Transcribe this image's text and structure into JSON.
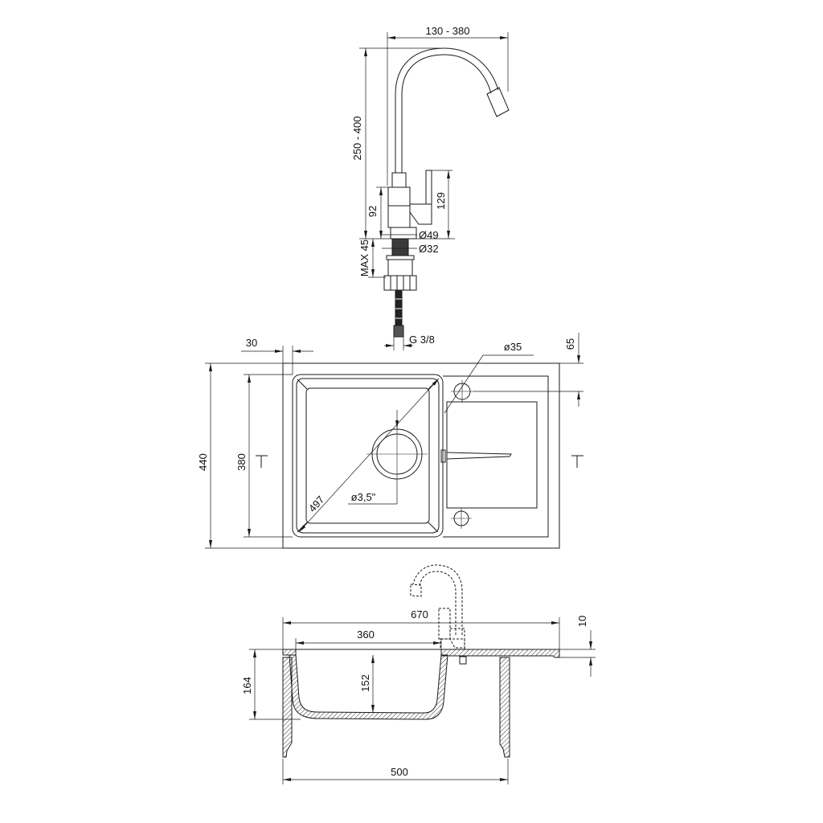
{
  "colors": {
    "line": "#1a1a1a",
    "background": "#ffffff"
  },
  "faucet": {
    "reach": "130 - 380",
    "height": "250 - 400",
    "body_height": "92",
    "lever_height": "129",
    "base_diameter": "Ø49",
    "shank_diameter": "Ø32",
    "max_counter_thickness": "MAX 45",
    "hose_thread": "G 3/8"
  },
  "top_view": {
    "edge_offset": "30",
    "tap_hole_offset": "65",
    "tap_hole_diameter": "ø35",
    "overall_depth": "440",
    "bowl_depth": "380",
    "bowl_diagonal": "497",
    "drain_size": "ø3,5\""
  },
  "side_view": {
    "overall_width": "670",
    "rim_thickness": "10",
    "bowl_width": "360",
    "bowl_inner_depth": "152",
    "bowl_total_depth": "164",
    "min_cabinet_width": "500"
  }
}
